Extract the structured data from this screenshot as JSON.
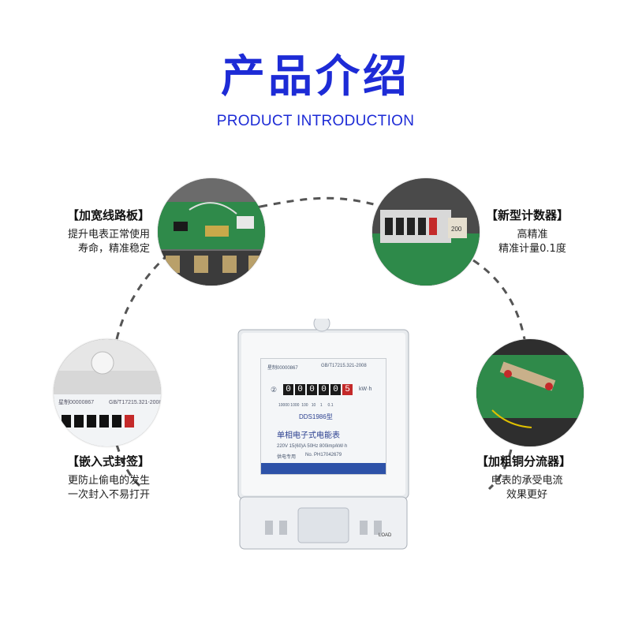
{
  "header": {
    "title_cn": "产品介绍",
    "title_en": "PRODUCT INTRODUCTION"
  },
  "features": [
    {
      "title": "【加宽线路板】",
      "desc": [
        "提升电表正常使用",
        "寿命，精准稳定"
      ],
      "icon": "circuit-board"
    },
    {
      "title": "【新型计数器】",
      "desc": [
        "高精准",
        "精准计量0.1度"
      ],
      "icon": "counter"
    },
    {
      "title": "【嵌入式封签】",
      "desc": [
        "更防止偷电的发生",
        "一次封入不易打开"
      ],
      "icon": "seal"
    },
    {
      "title": "【加粗铜分流器】",
      "desc": [
        "电表的承受电流",
        "效果更好"
      ],
      "icon": "copper-shunt"
    }
  ],
  "meter": {
    "cert": "星制00000867",
    "standard": "GB/T17215.321-2008",
    "phase_no": "②",
    "reading": [
      "0",
      "0",
      "0",
      "0",
      "0",
      "5"
    ],
    "unit": "kW·h",
    "scale": "10000 1000  100   10    1     0.1",
    "model": "DDS1986型",
    "name": "单相电子式电能表",
    "spec": "220V  15(60)A  50Hz  800imp/kW·h",
    "use_label": "供电专用",
    "serial": "No. PH17042679",
    "load_label": "LOAD"
  },
  "colors": {
    "brand_blue": "#1d2bd6",
    "arc_gray": "#555555"
  }
}
